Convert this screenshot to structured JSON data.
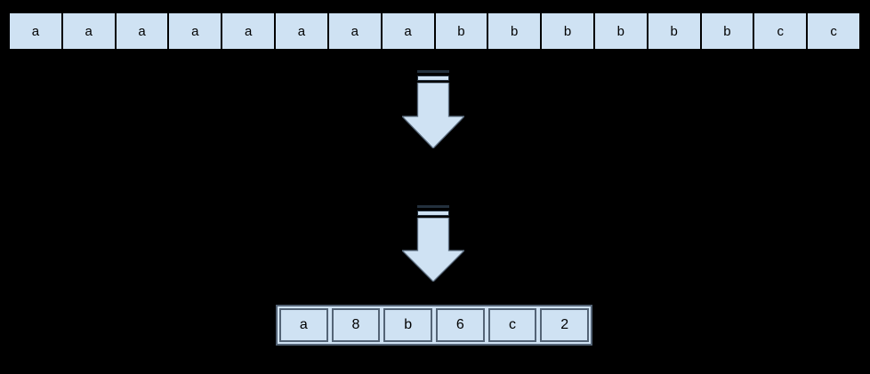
{
  "diagram": {
    "name": "run-length-encoding-diagram",
    "colors": {
      "background": "#000000",
      "cell_fill": "#cfe2f3",
      "top_row_border": "#000000",
      "arrow_fill": "#cfe2f3",
      "arrow_stroke": "#5a6b7d",
      "encoded_border": "#546476",
      "text": "#000000"
    },
    "top_row": {
      "cells": [
        "a",
        "a",
        "a",
        "a",
        "a",
        "a",
        "a",
        "a",
        "b",
        "b",
        "b",
        "b",
        "b",
        "b",
        "c",
        "c"
      ]
    },
    "arrows": [
      {
        "name": "down-arrow-1"
      },
      {
        "name": "down-arrow-2"
      }
    ],
    "encoded_row": {
      "cells": [
        "a",
        "8",
        "b",
        "6",
        "c",
        "2"
      ]
    }
  }
}
